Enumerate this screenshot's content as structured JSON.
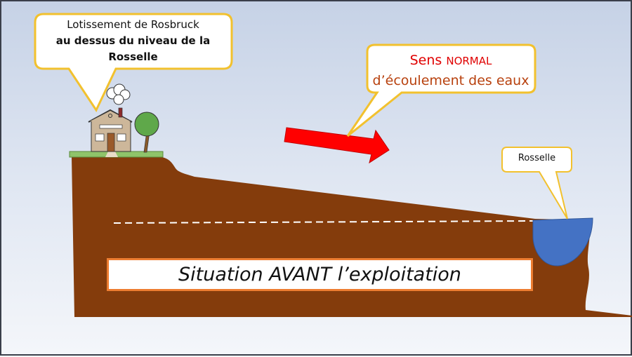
{
  "callouts": {
    "lotissement": {
      "line1": "Lotissement de Rosbruck",
      "line2": "au dessus du niveau de la",
      "line3": "Rosselle"
    },
    "sens": {
      "word1": "Sens",
      "word2": "NORMAL",
      "line2": "d’écoulement des eaux"
    },
    "riviere": {
      "label": "Rosselle"
    }
  },
  "situation_label": "Situation AVANT l’exploitation",
  "colors": {
    "ground": "#843c0c",
    "water": "#4472c4",
    "callout_border": "#f2c12e",
    "arrow": "#ff0000",
    "box_border": "#ed7d31",
    "grass": "#8fc46a"
  }
}
